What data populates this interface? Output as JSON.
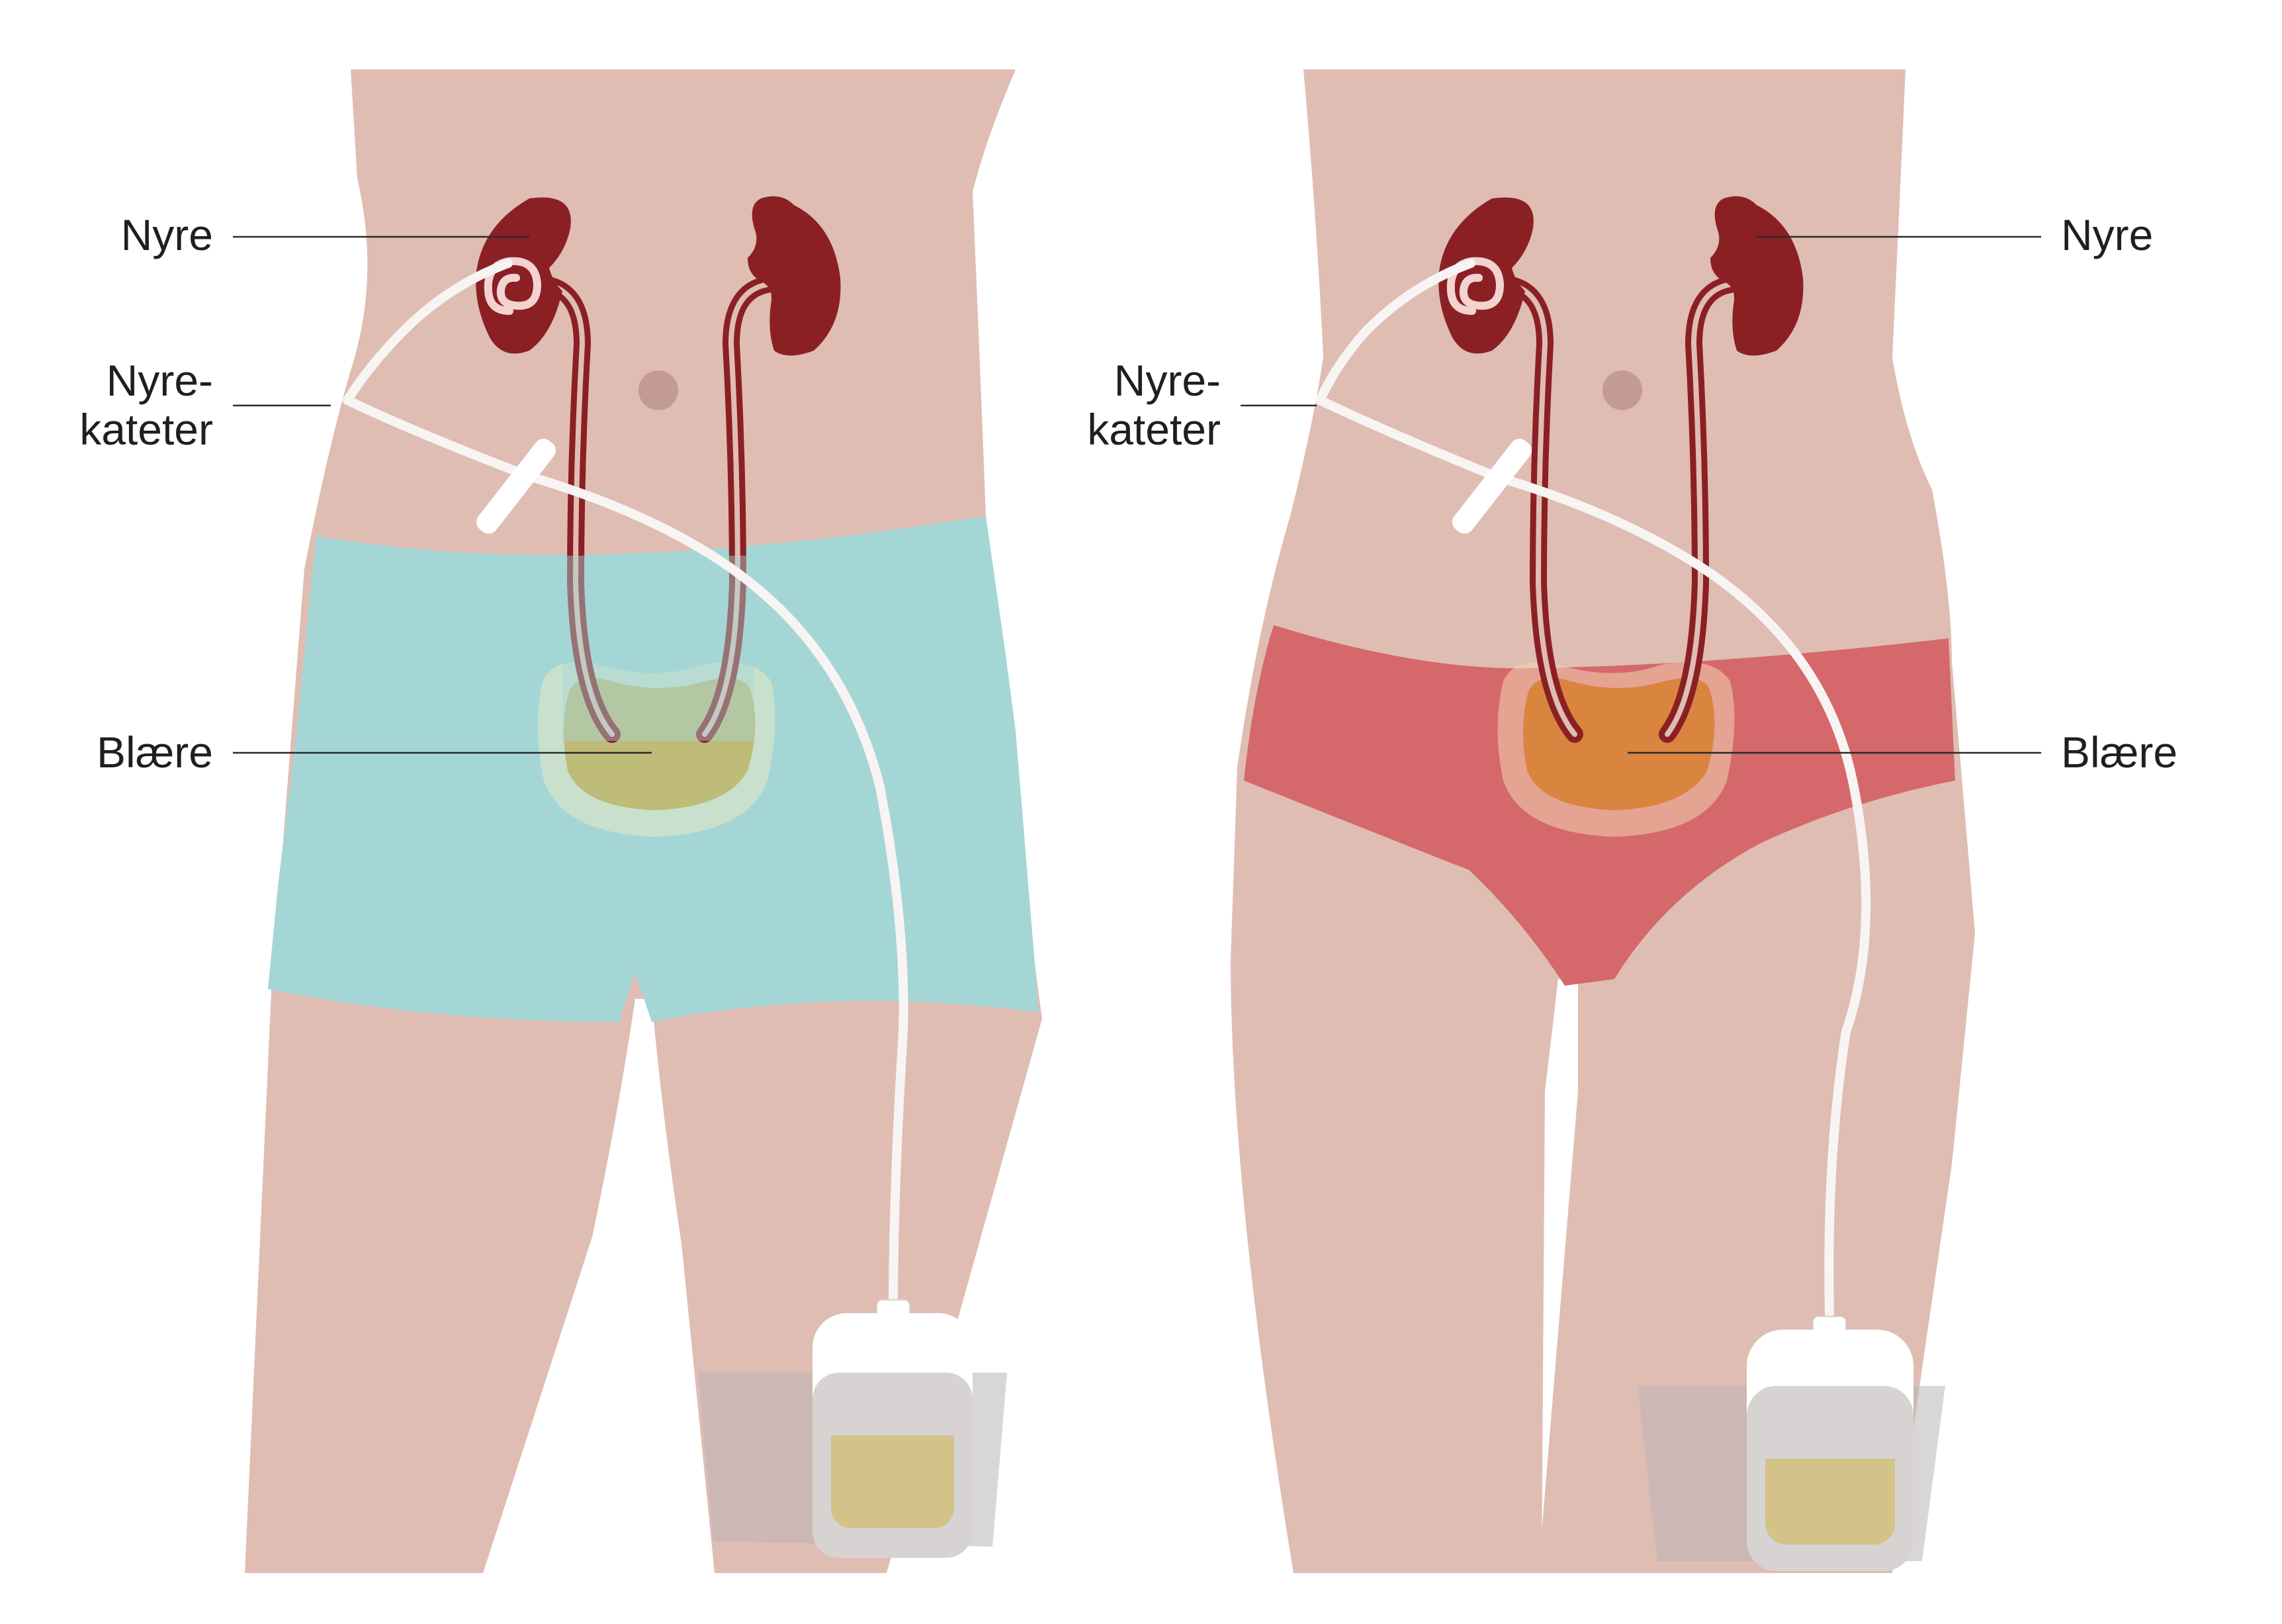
{
  "labels": {
    "left_nyre": "Nyre",
    "left_katheter_line1": "Nyre-",
    "left_katheter_line2": "kateter",
    "left_blaere": "Blære",
    "right_nyre": "Nyre",
    "right_katheter_line1": "Nyre-",
    "right_katheter_line2": "kateter",
    "right_blaere": "Blære"
  },
  "colors": {
    "skin": "#dfbdb3",
    "kidney": "#8b2024",
    "shorts": "#a5d6d6",
    "briefs": "#d5686a",
    "bladder_left": "#bfbb78",
    "bladder_right": "#d98540",
    "urine": "#d4c388",
    "bag": "#ffffff",
    "strap": "#b9b4b4"
  },
  "icons": {
    "kidney": "kidney-icon",
    "bladder": "bladder-icon",
    "urine_bag": "urine-bag-icon",
    "catheter": "catheter-tube-icon"
  }
}
